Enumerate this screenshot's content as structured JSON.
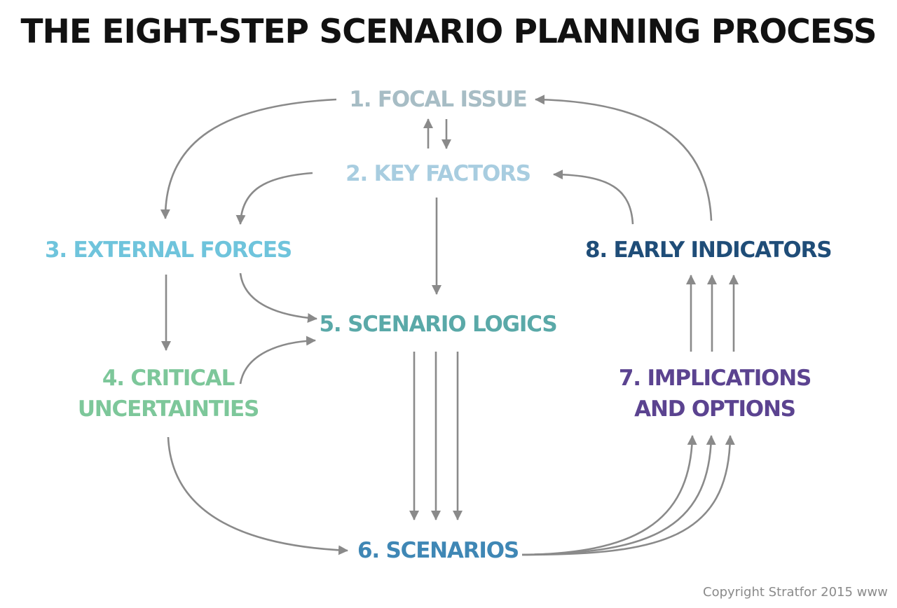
{
  "title": "THE EIGHT-STEP SCENARIO PLANNING PROCESS",
  "steps": {
    "s1": {
      "text": "1. FOCAL ISSUE",
      "color": "#a7bdc5"
    },
    "s2": {
      "text": "2. KEY FACTORS",
      "color": "#a8cde0"
    },
    "s3": {
      "text": "3. EXTERNAL FORCES",
      "color": "#6fc4dc"
    },
    "s4": {
      "line1": "4. CRITICAL",
      "line2": "UNCERTAINTIES",
      "color": "#7dc79a"
    },
    "s5": {
      "text": "5. SCENARIO LOGICS",
      "color": "#5aa9a8"
    },
    "s6": {
      "text": "6. SCENARIOS",
      "color": "#3f87b5"
    },
    "s7": {
      "line1": "7. IMPLICATIONS",
      "line2": "AND OPTIONS",
      "color": "#5b4390"
    },
    "s8": {
      "text": "8. EARLY INDICATORS",
      "color": "#1f4d78"
    }
  },
  "arrow_color": "#8a8a8a",
  "copyright": "Copyright Stratfor 2015  www"
}
